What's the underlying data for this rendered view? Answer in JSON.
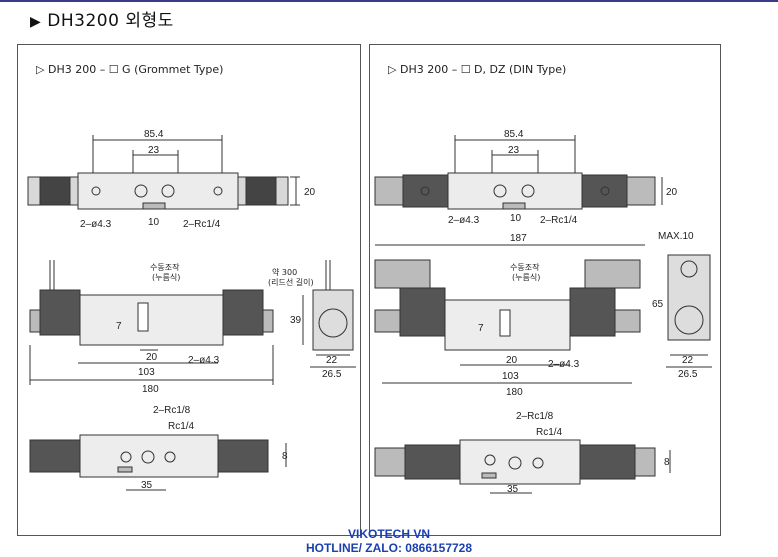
{
  "header": {
    "title": "DH3200 외형도"
  },
  "left_panel": {
    "title": "DH3 200 – ☐ G (Grommet Type)",
    "dims": {
      "overall_top": "85.4",
      "center_top": "23",
      "height_top": "20",
      "hole_dia": "2–ø4.3",
      "center_ten": "10",
      "port_rc": "2–Rc1/4",
      "manual_op": "수동조작",
      "manual_op_sub": "(누름식)",
      "lead_len": "약 300",
      "lead_len_sub": "(리드선 길이)",
      "side_height": "39",
      "center_mid": "20",
      "hole_mid": "2–ø4.3",
      "len_mid": "103",
      "overall_mid": "180",
      "side_w1": "22",
      "side_w2": "26.5",
      "bottom_port1": "2–Rc1/8",
      "bottom_port2": "Rc1/4",
      "bottom_width": "35",
      "bottom_h": "8",
      "small_7": "7"
    }
  },
  "right_panel": {
    "title": "DH3 200 – ☐ D, DZ (DIN Type)",
    "dims": {
      "overall_top": "85.4",
      "center_top": "23",
      "height_top": "20",
      "hole_dia": "2–ø4.3",
      "center_ten": "10",
      "port_rc": "2–Rc1/4",
      "overall_187": "187",
      "max10": "MAX.10",
      "manual_op": "수동조작",
      "manual_op_sub": "(누름식)",
      "side_height": "65",
      "center_mid": "20",
      "hole_mid": "2–ø4.3",
      "len_mid": "103",
      "overall_mid": "180",
      "side_w1": "22",
      "side_w2": "26.5",
      "bottom_port1": "2–Rc1/8",
      "bottom_port2": "Rc1/4",
      "bottom_width": "35",
      "bottom_h": "8",
      "small_7": "7"
    }
  },
  "footer": {
    "brand": "VIKOTECH VN",
    "hotline": "HOTLINE/ ZALO: 0866157728"
  },
  "colors": {
    "footer_text": "#1a3fb0",
    "line": "#333333",
    "body_fill": "#e6e6e6",
    "coil_fill": "#555555"
  }
}
